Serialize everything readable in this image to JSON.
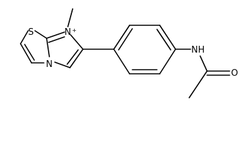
{
  "molecule": {
    "atoms": {
      "sulfur": "S",
      "imidazole_nitrogen_cation": "N",
      "cation_charge": "+",
      "bridgehead_nitrogen": "N",
      "amide_nh": "NH",
      "carbonyl_oxygen": "O"
    }
  }
}
